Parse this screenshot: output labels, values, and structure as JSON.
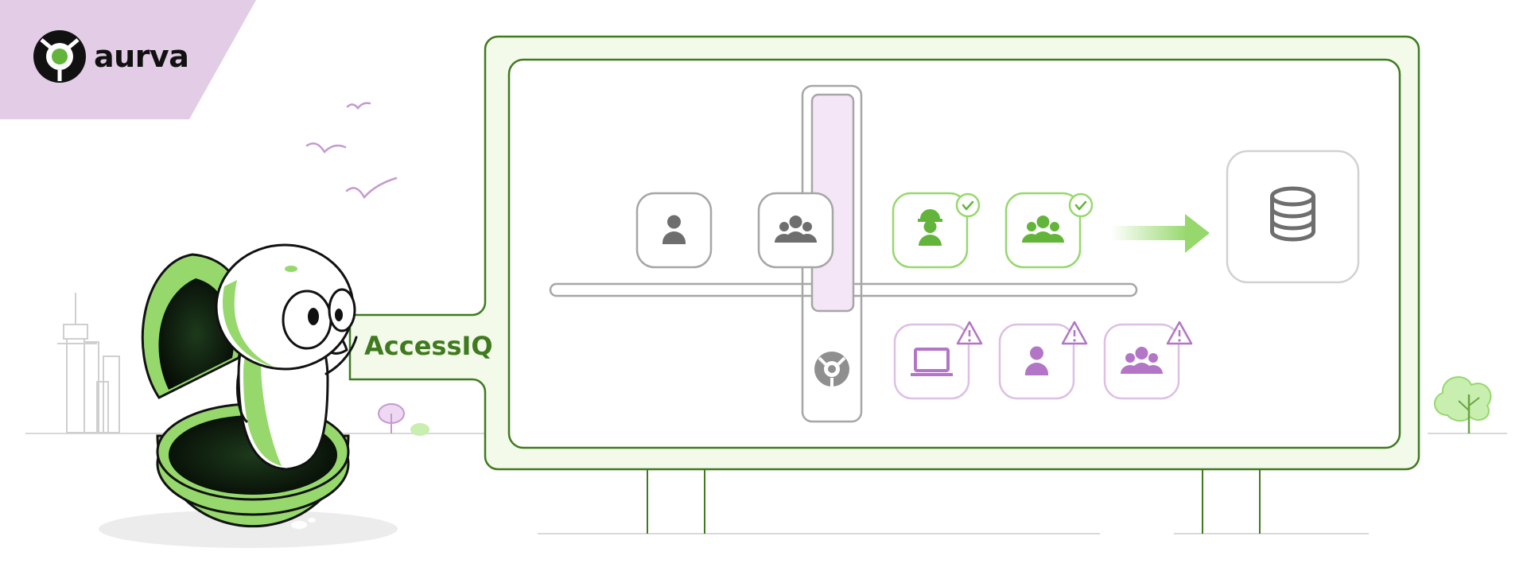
{
  "brand": {
    "name": "aurva",
    "logo_icon": "aurva-logo-icon"
  },
  "product": {
    "name": "AccessIQ"
  },
  "colors": {
    "brand_lilac": "#e3cce6",
    "accent_green": "#3f7a1f",
    "light_green": "#97d86d",
    "panel_bg": "#f3faea",
    "warning_purple": "#b375c6",
    "neutral_gray": "#6e6e6e"
  },
  "identities_upper": [
    {
      "icon": "user-icon",
      "status": "neutral"
    },
    {
      "icon": "user-group-icon",
      "status": "neutral"
    },
    {
      "icon": "worker-hardhat-icon",
      "status": "approved",
      "badge_icon": "check-circle-icon"
    },
    {
      "icon": "user-group-icon",
      "status": "approved",
      "badge_icon": "check-circle-icon"
    }
  ],
  "identities_lower": [
    {
      "icon": "laptop-icon",
      "status": "flagged",
      "badge_icon": "warning-triangle-icon"
    },
    {
      "icon": "user-icon",
      "status": "flagged",
      "badge_icon": "warning-triangle-icon"
    },
    {
      "icon": "user-group-icon",
      "status": "flagged",
      "badge_icon": "warning-triangle-icon"
    }
  ],
  "target": {
    "icon": "database-icon"
  },
  "gate": {
    "icon": "aurva-filter-icon"
  }
}
